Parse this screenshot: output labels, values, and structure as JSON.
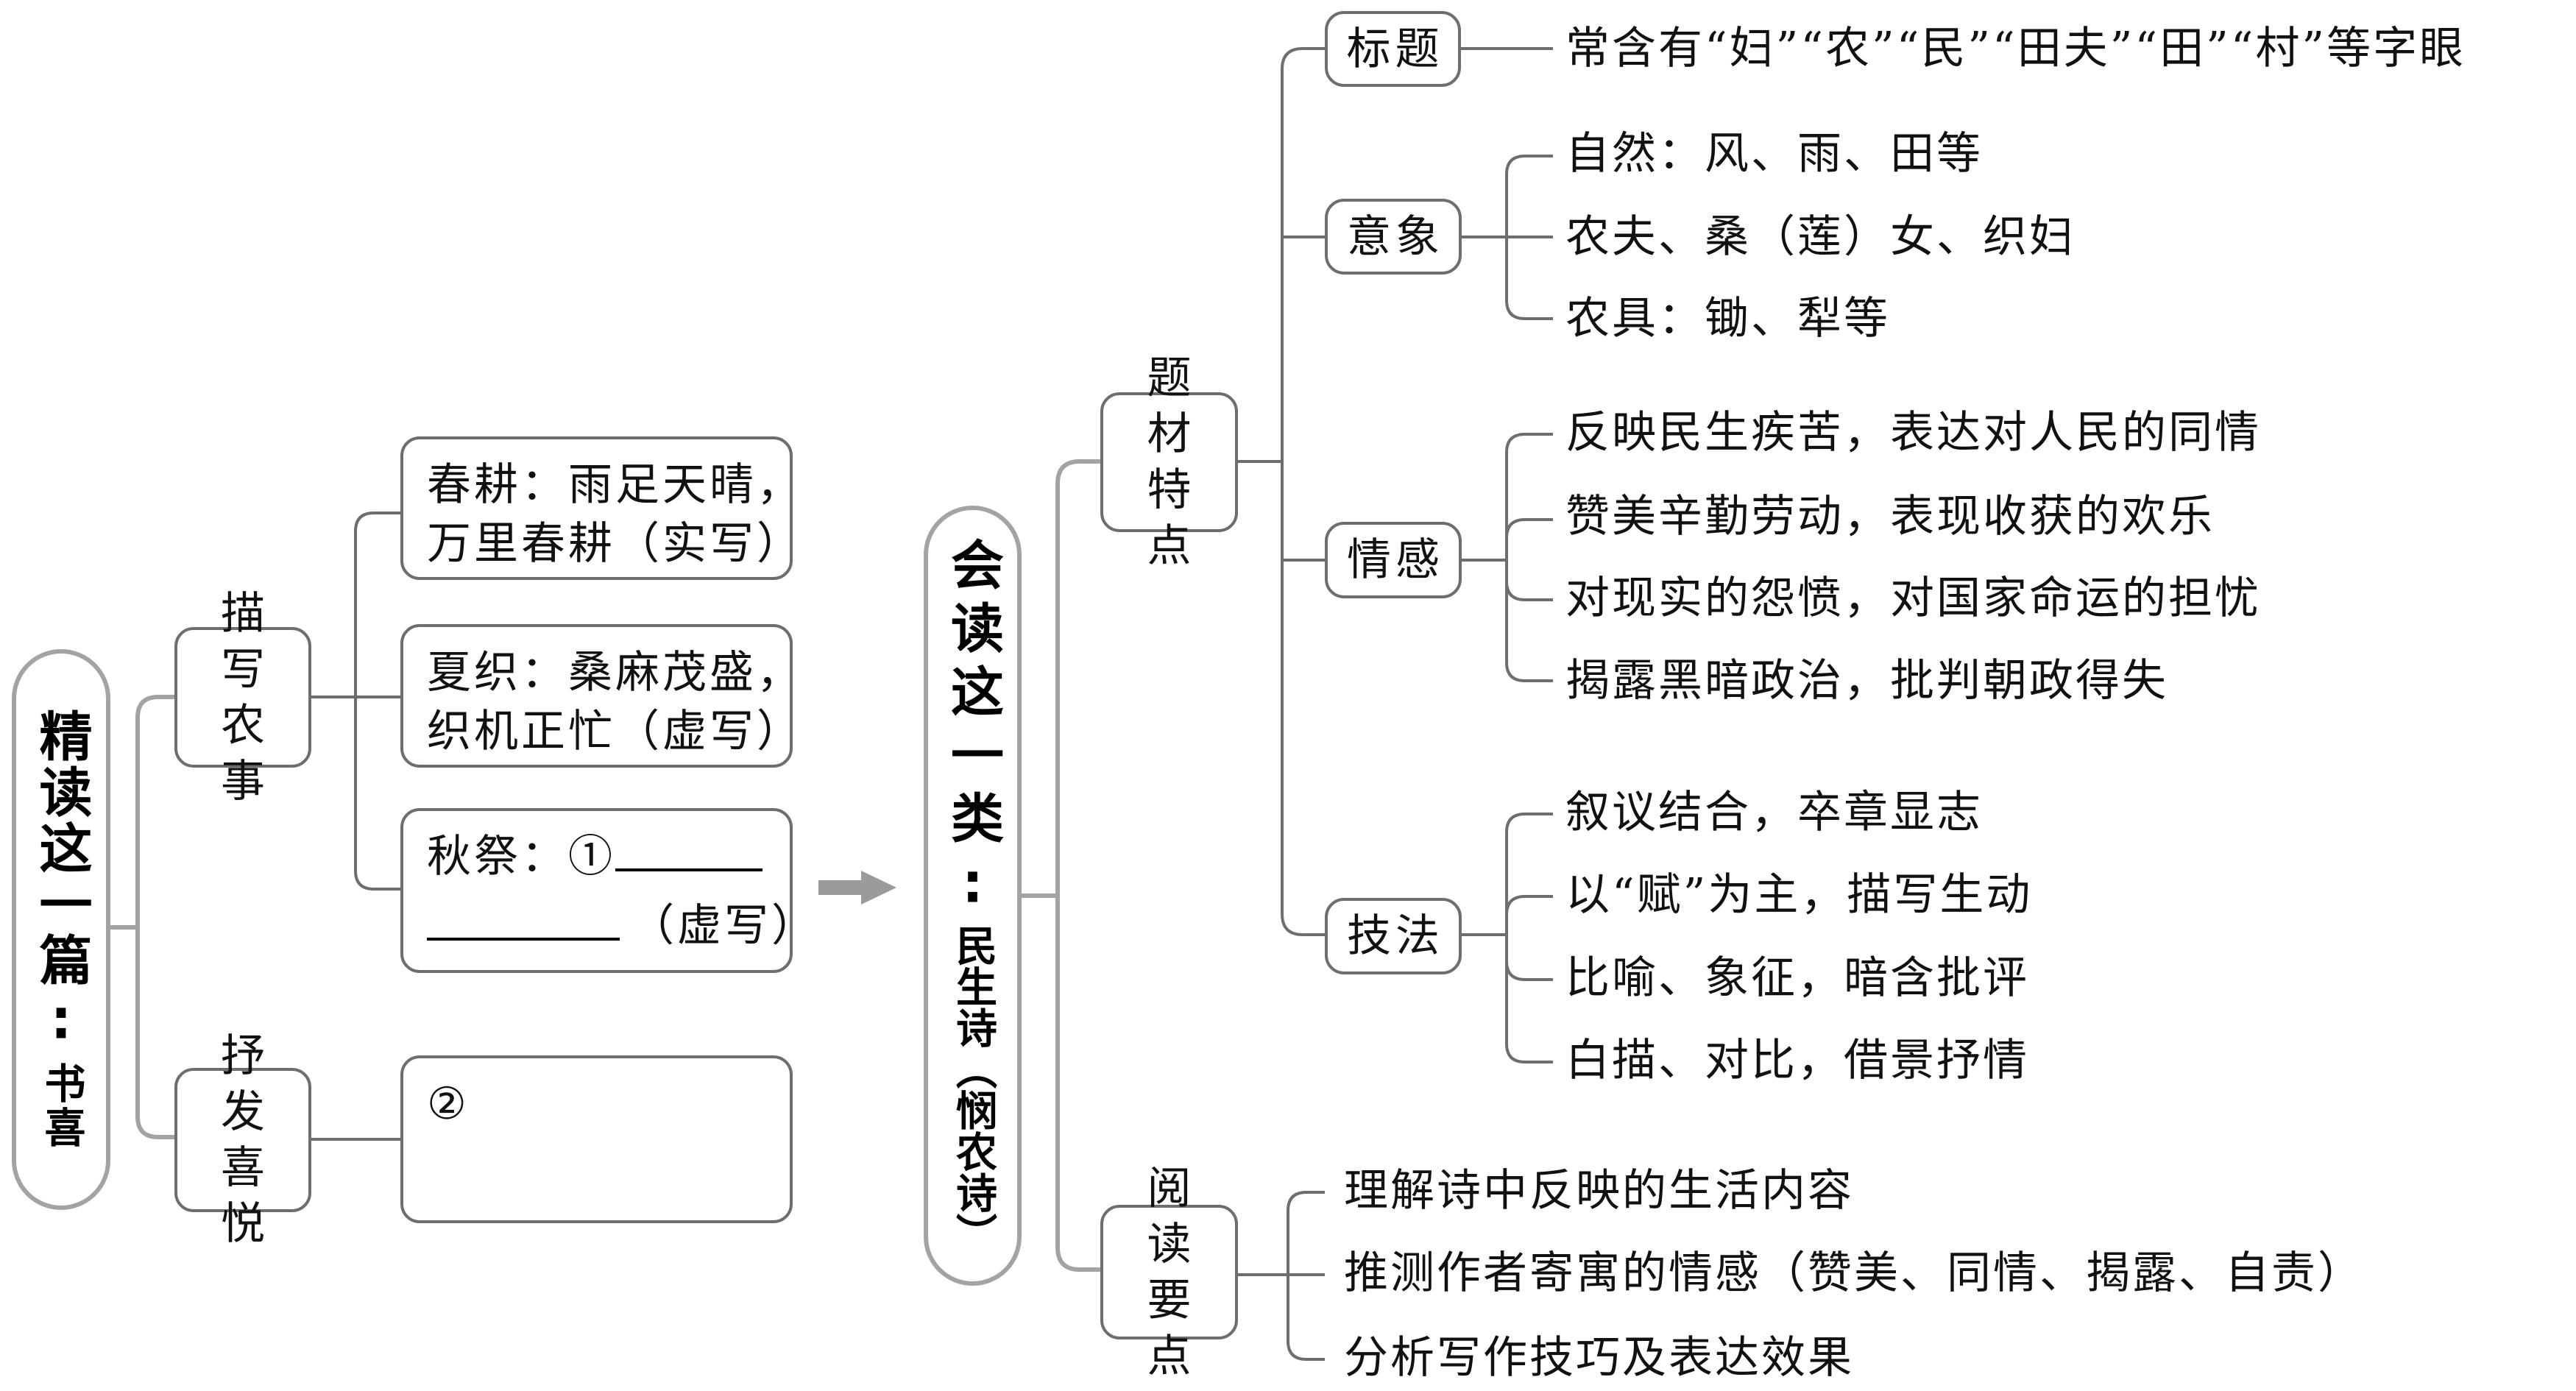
{
  "left_root": {
    "title": "精读这一篇",
    "colon": "∶",
    "subtitle": "书喜",
    "branches": [
      {
        "label": "描写农事",
        "label_lines": [
          "描写",
          "农事"
        ],
        "items": [
          {
            "lines": [
              "春耕：雨足天晴，",
              "万里春耕（实写）"
            ]
          },
          {
            "lines": [
              "夏织：桑麻茂盛，",
              "织机正忙（虚写）"
            ]
          },
          {
            "line1_prefix": "秋祭：①",
            "line2_suffix": "（虚写）",
            "blank_marker": "①"
          }
        ]
      },
      {
        "label": "抒发喜悦",
        "label_lines": [
          "抒发",
          "喜悦"
        ],
        "items": [
          {
            "blank_marker": "②"
          }
        ]
      }
    ]
  },
  "arrow": {
    "icon": "right-arrow-icon",
    "color": "#9b9b9b"
  },
  "right_root": {
    "title": "会读这一类",
    "colon": "∶",
    "subtitle": "民生诗（悯农诗）",
    "subtitle_vertical": "民生诗︵悯农诗︶",
    "branches": [
      {
        "label": "题材特点",
        "label_lines": [
          "题材",
          "特点"
        ],
        "children": [
          {
            "label": "标题",
            "items": [
              "常含有“妇”“农”“民”“田夫”“田”“村”等字眼"
            ]
          },
          {
            "label": "意象",
            "items": [
              "自然：风、雨、田等",
              "农夫、桑（莲）女、织妇",
              "农具：锄、犁等"
            ]
          },
          {
            "label": "情感",
            "items": [
              "反映民生疾苦，表达对人民的同情",
              "赞美辛勤劳动，表现收获的欢乐",
              "对现实的怨愤，对国家命运的担忧",
              "揭露黑暗政治，批判朝政得失"
            ]
          },
          {
            "label": "技法",
            "items": [
              "叙议结合，卒章显志",
              "以“赋”为主，描写生动",
              "比喻、象征，暗含批评",
              "白描、对比，借景抒情"
            ]
          }
        ]
      },
      {
        "label": "阅读要点",
        "label_lines": [
          "阅读",
          "要点"
        ],
        "items": [
          "理解诗中反映的生活内容",
          "推测作者寄寓的情感（赞美、同情、揭露、自责）",
          "分析写作技巧及表达效果"
        ]
      }
    ]
  },
  "colors": {
    "thick_connector": "#a3a3a3",
    "thin_connector": "#6e6e6e",
    "box_border": "#6e6e6e",
    "text": "#111111"
  }
}
